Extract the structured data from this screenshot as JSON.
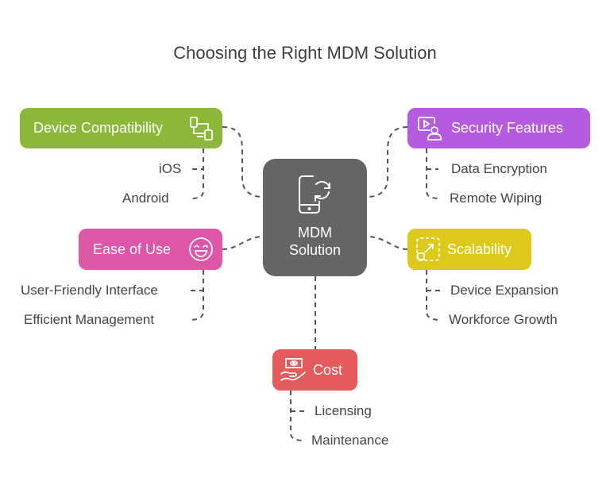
{
  "title": "Choosing the Right MDM Solution",
  "center": {
    "line1": "MDM",
    "line2": "Solution",
    "icon": "phone-sync-icon",
    "color": "#656565"
  },
  "branches": [
    {
      "id": "device-compatibility",
      "label": "Device Compatibility",
      "icon": "devices-icon",
      "color": "#8bb839",
      "children": [
        "iOS",
        "Android"
      ]
    },
    {
      "id": "security-features",
      "label": "Security Features",
      "icon": "screen-user-icon",
      "color": "#b55bdf",
      "children": [
        "Data Encryption",
        "Remote Wiping"
      ]
    },
    {
      "id": "ease-of-use",
      "label": "Ease of Use",
      "icon": "smile-icon",
      "color": "#de56a6",
      "children": [
        "User-Friendly Interface",
        "Efficient Management"
      ]
    },
    {
      "id": "scalability",
      "label": "Scalability",
      "icon": "expand-icon",
      "color": "#dcc91b",
      "children": [
        "Device Expansion",
        "Workforce Growth"
      ]
    },
    {
      "id": "cost",
      "label": "Cost",
      "icon": "money-hand-icon",
      "color": "#e55b5b",
      "children": [
        "Licensing",
        "Maintenance"
      ]
    }
  ]
}
